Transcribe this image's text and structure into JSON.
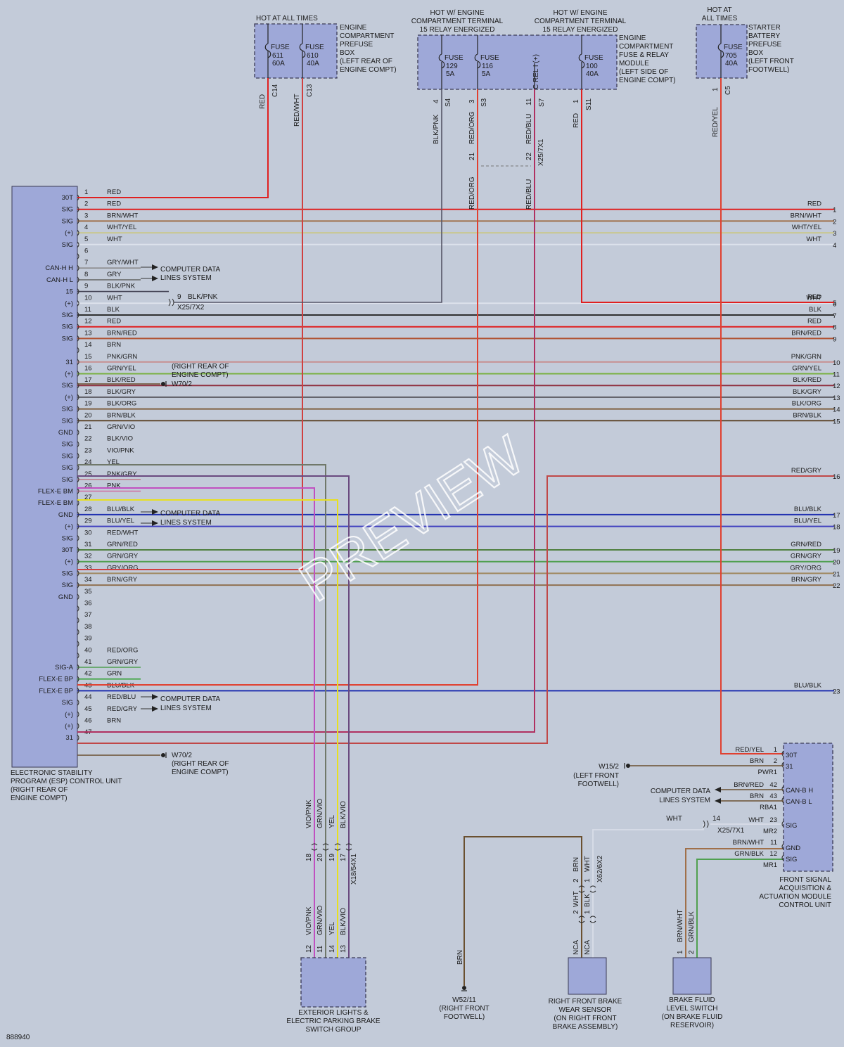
{
  "diagram_id": "888940",
  "watermark": "PREVIEW",
  "esp": {
    "label": [
      "ELECTRONIC STABILITY",
      "PROGRAM (ESP) CONTROL UNIT",
      "(RIGHT REAR OF",
      "ENGINE COMPT)"
    ],
    "pins": [
      {
        "n": "1",
        "fn": "30T",
        "color": "RED",
        "hex": "#e02020"
      },
      {
        "n": "2",
        "fn": "SIG",
        "color": "RED",
        "hex": "#e02020"
      },
      {
        "n": "3",
        "fn": "SIG",
        "color": "BRN/WHT",
        "hex": "#a0704a"
      },
      {
        "n": "4",
        "fn": "(+)",
        "color": "WHT/YEL",
        "hex": "#c8c890"
      },
      {
        "n": "5",
        "fn": "SIG",
        "color": "WHT",
        "hex": "#dde2ec"
      },
      {
        "n": "6",
        "fn": "",
        "color": "",
        "hex": ""
      },
      {
        "n": "7",
        "fn": "CAN-H H",
        "color": "GRY/WHT",
        "hex": "#8a8a8a"
      },
      {
        "n": "8",
        "fn": "CAN-H L",
        "color": "GRY",
        "hex": "#707070"
      },
      {
        "n": "9",
        "fn": "15",
        "color": "BLK/PNK",
        "hex": "#444455"
      },
      {
        "n": "10",
        "fn": "(+)",
        "color": "WHT",
        "hex": "#dde2ec"
      },
      {
        "n": "11",
        "fn": "SIG",
        "color": "BLK",
        "hex": "#303030"
      },
      {
        "n": "12",
        "fn": "SIG",
        "color": "RED",
        "hex": "#e02020"
      },
      {
        "n": "13",
        "fn": "SIG",
        "color": "BRN/RED",
        "hex": "#b05030"
      },
      {
        "n": "14",
        "fn": "",
        "color": "BRN",
        "hex": "#6a5030"
      },
      {
        "n": "15",
        "fn": "31",
        "color": "PNK/GRN",
        "hex": "#c89090"
      },
      {
        "n": "16",
        "fn": "(+)",
        "color": "GRN/YEL",
        "hex": "#78b040"
      },
      {
        "n": "17",
        "fn": "SIG",
        "color": "BLK/RED",
        "hex": "#903040"
      },
      {
        "n": "18",
        "fn": "(+)",
        "color": "BLK/GRY",
        "hex": "#5a5a60"
      },
      {
        "n": "19",
        "fn": "SIG",
        "color": "BLK/ORG",
        "hex": "#806040"
      },
      {
        "n": "20",
        "fn": "SIG",
        "color": "BRN/BLK",
        "hex": "#604a30"
      },
      {
        "n": "21",
        "fn": "GND",
        "color": "GRN/VIO",
        "hex": "#70786a"
      },
      {
        "n": "22",
        "fn": "SIG",
        "color": "BLK/VIO",
        "hex": "#6a4a80"
      },
      {
        "n": "23",
        "fn": "SIG",
        "color": "VIO/PNK",
        "hex": "#c050c0"
      },
      {
        "n": "24",
        "fn": "SIG",
        "color": "YEL",
        "hex": "#e8e020"
      },
      {
        "n": "25",
        "fn": "SIG",
        "color": "PNK/GRY",
        "hex": "#c08090"
      },
      {
        "n": "26",
        "fn": "FLEX-E BM",
        "color": "PNK",
        "hex": "#d070a0"
      },
      {
        "n": "27",
        "fn": "FLEX-E BM",
        "color": "",
        "hex": ""
      },
      {
        "n": "28",
        "fn": "GND",
        "color": "BLU/BLK",
        "hex": "#2030b0"
      },
      {
        "n": "29",
        "fn": "(+)",
        "color": "BLU/YEL",
        "hex": "#4040c0"
      },
      {
        "n": "30",
        "fn": "SIG",
        "color": "RED/WHT",
        "hex": "#d04040"
      },
      {
        "n": "31",
        "fn": "30T",
        "color": "GRN/RED",
        "hex": "#508040"
      },
      {
        "n": "32",
        "fn": "(+)",
        "color": "GRN/GRY",
        "hex": "#50a050"
      },
      {
        "n": "33",
        "fn": "SIG",
        "color": "GRY/ORG",
        "hex": "#a08860"
      },
      {
        "n": "34",
        "fn": "SIG",
        "color": "BRN/GRY",
        "hex": "#907050"
      },
      {
        "n": "35",
        "fn": "GND",
        "color": "",
        "hex": ""
      },
      {
        "n": "36",
        "fn": "",
        "color": "",
        "hex": ""
      },
      {
        "n": "37",
        "fn": "",
        "color": "",
        "hex": ""
      },
      {
        "n": "38",
        "fn": "",
        "color": "",
        "hex": ""
      },
      {
        "n": "39",
        "fn": "",
        "color": "",
        "hex": ""
      },
      {
        "n": "40",
        "fn": "",
        "color": "RED/ORG",
        "hex": "#e04030"
      },
      {
        "n": "41",
        "fn": "SIG-A",
        "color": "GRN/GRY",
        "hex": "#50a050"
      },
      {
        "n": "42",
        "fn": "FLEX-E BP",
        "color": "GRN",
        "hex": "#30a030"
      },
      {
        "n": "43",
        "fn": "FLEX-E BP",
        "color": "BLU/BLK",
        "hex": "#2030b0"
      },
      {
        "n": "44",
        "fn": "SIG",
        "color": "RED/BLU",
        "hex": "#b03060"
      },
      {
        "n": "45",
        "fn": "(+)",
        "color": "RED/GRY",
        "hex": "#c04848"
      },
      {
        "n": "46",
        "fn": "(+)",
        "color": "BRN",
        "hex": "#6a5030"
      },
      {
        "n": "47",
        "fn": "31",
        "color": "",
        "hex": ""
      }
    ]
  },
  "right_wires": [
    {
      "color": "RED",
      "num": "1"
    },
    {
      "color": "BRN/WHT",
      "num": "2"
    },
    {
      "color": "WHT/YEL",
      "num": "3"
    },
    {
      "color": "WHT",
      "num": "4"
    },
    {
      "color": "RED",
      "num": "5"
    },
    {
      "color": "WHT",
      "num": "6"
    },
    {
      "color": "BLK",
      "num": "7"
    },
    {
      "color": "RED",
      "num": "8"
    },
    {
      "color": "BRN/RED",
      "num": "9"
    },
    {
      "color": "PNK/GRN",
      "num": "10"
    },
    {
      "color": "GRN/YEL",
      "num": "11"
    },
    {
      "color": "BLK/RED",
      "num": "12"
    },
    {
      "color": "BLK/GRY",
      "num": "13"
    },
    {
      "color": "BLK/ORG",
      "num": "14"
    },
    {
      "color": "BRN/BLK",
      "num": "15"
    },
    {
      "color": "RED/GRY",
      "num": "16"
    },
    {
      "color": "BLU/BLK",
      "num": "17"
    },
    {
      "color": "BLU/YEL",
      "num": "18"
    },
    {
      "color": "GRN/RED",
      "num": "19"
    },
    {
      "color": "GRN/GRY",
      "num": "20"
    },
    {
      "color": "GRY/ORG",
      "num": "21"
    },
    {
      "color": "BRN/GRY",
      "num": "22"
    },
    {
      "color": "BLU/BLK",
      "num": "23"
    }
  ],
  "prefuse_box": {
    "header": "HOT AT ALL TIMES",
    "label": [
      "ENGINE",
      "COMPARTMENT",
      "PREFUSE",
      "BOX",
      "(LEFT REAR OF",
      "ENGINE COMPT)"
    ],
    "fuses": [
      {
        "name": "FUSE",
        "num": "611",
        "amp": "60A",
        "wire": "RED",
        "term": "C14"
      },
      {
        "name": "FUSE",
        "num": "610",
        "amp": "40A",
        "wire": "RED/WHT",
        "term": "C13"
      }
    ]
  },
  "relay_module": {
    "header1": [
      "HOT W/ ENGINE",
      "COMPARTMENT TERMINAL",
      "15 RELAY ENERGIZED"
    ],
    "header2": [
      "HOT W/ ENGINE",
      "COMPARTMENT TERMINAL",
      "15 RELAY ENERGIZED"
    ],
    "label": [
      "ENGINE",
      "COMPARTMENT",
      "FUSE & RELAY",
      "MODULE",
      "(LEFT SIDE OF",
      "ENGINE COMPT)"
    ],
    "fuses": [
      {
        "name": "FUSE",
        "num": "129",
        "amp": "5A",
        "pin": "4",
        "term": "S4",
        "wire": "BLK/PNK"
      },
      {
        "name": "FUSE",
        "num": "116",
        "amp": "5A",
        "pin": "3",
        "term": "S3",
        "wire": "RED/ORG"
      },
      {
        "name": "C REL I (+)",
        "pin": "11",
        "term": "S7",
        "wire": "RED/BLU"
      },
      {
        "name": "FUSE",
        "num": "100",
        "amp": "40A",
        "pin": "1",
        "term": "S11",
        "wire": "RED"
      }
    ],
    "inline": {
      "pin_a": "21",
      "pin_b": "22",
      "conn": "X25/7X1",
      "wire_a": "RED/ORG",
      "wire_b": "RED/BLU"
    }
  },
  "starter_box": {
    "header": [
      "HOT AT",
      "ALL TIMES"
    ],
    "label": [
      "STARTER",
      "BATTERY",
      "PREFUSE",
      "BOX",
      "(LEFT FRONT",
      "FOOTWELL)"
    ],
    "fuse": {
      "name": "FUSE",
      "num": "705",
      "amp": "40A",
      "pin": "1",
      "term": "C5",
      "wire": "RED/YEL"
    }
  },
  "inline_9": {
    "pin": "9",
    "wire": "BLK/PNK",
    "conn": "X25/7X2"
  },
  "cdl": [
    "COMPUTER DATA",
    "LINES SYSTEM"
  ],
  "ground_w70_1": {
    "name": "W70/2",
    "label": [
      "(RIGHT REAR OF",
      "ENGINE COMPT)"
    ]
  },
  "ground_w70_2": {
    "name": "W70/2",
    "label": [
      "(RIGHT REAR OF",
      "ENGINE COMPT)"
    ]
  },
  "x18": {
    "conn": "X18/54X1",
    "pins": [
      "18",
      "20",
      "19",
      "17"
    ],
    "wires": [
      "VIO/PNK",
      "GRN/VIO",
      "YEL",
      "BLK/VIO"
    ],
    "pins_bottom": [
      "12",
      "11",
      "14",
      "13"
    ]
  },
  "ext_lights": [
    "EXTERIOR LIGHTS &",
    "ELECTRIC PARKING BRAKE",
    "SWITCH GROUP"
  ],
  "w52": {
    "wire": "BRN",
    "name": "W52/11",
    "label": [
      "(RIGHT FRONT",
      "FOOTWELL)"
    ]
  },
  "wear_sensor": {
    "label": [
      "RIGHT FRONT BRAKE",
      "WEAR SENSOR",
      "(ON RIGHT FRONT",
      "BRAKE ASSEMBLY)"
    ],
    "conn": "X62/6X2",
    "upper": [
      {
        "pin": "2",
        "wire": "BRN"
      },
      {
        "pin": "1",
        "wire": "WHT"
      }
    ],
    "lower": [
      {
        "pin": "2",
        "wire": "WHT"
      },
      {
        "pin": "1",
        "wire": "BLK"
      }
    ],
    "nca": "NCA"
  },
  "fluid_switch": {
    "label": [
      "BRAKE FLUID",
      "LEVEL SWITCH",
      "(ON BRAKE FLUID",
      "RESERVOIR)"
    ],
    "pins": [
      {
        "pin": "1",
        "wire": "BRN/WHT"
      },
      {
        "pin": "2",
        "wire": "GRN/BLK"
      }
    ]
  },
  "fsam": {
    "label": [
      "FRONT SIGNAL",
      "ACQUISITION &",
      "ACTUATION MODULE",
      "CONTROL UNIT"
    ],
    "pins": [
      {
        "wire": "RED/YEL",
        "pin": "1",
        "fn": "30T"
      },
      {
        "wire": "BRN",
        "pin": "2",
        "fn": "31"
      },
      {
        "wire": "",
        "pin": "PWR1",
        "fn": ""
      },
      {
        "wire": "BRN/RED",
        "pin": "42",
        "fn": "CAN-B H"
      },
      {
        "wire": "BRN",
        "pin": "43",
        "fn": "CAN-B L"
      },
      {
        "wire": "",
        "pin": "RBA1",
        "fn": ""
      },
      {
        "wire": "WHT",
        "pin": "23",
        "fn": "SIG"
      },
      {
        "wire": "",
        "pin": "MR2",
        "fn": ""
      },
      {
        "wire": "BRN/WHT",
        "pin": "11",
        "fn": "GND"
      },
      {
        "wire": "GRN/BLK",
        "pin": "12",
        "fn": "SIG"
      },
      {
        "wire": "",
        "pin": "MR1",
        "fn": ""
      }
    ],
    "ground": {
      "name": "W15/2",
      "label": [
        "(LEFT FRONT",
        "FOOTWELL)"
      ]
    },
    "inline": {
      "pin": "14",
      "wire": "WHT",
      "conn": "X25/7X1"
    }
  }
}
